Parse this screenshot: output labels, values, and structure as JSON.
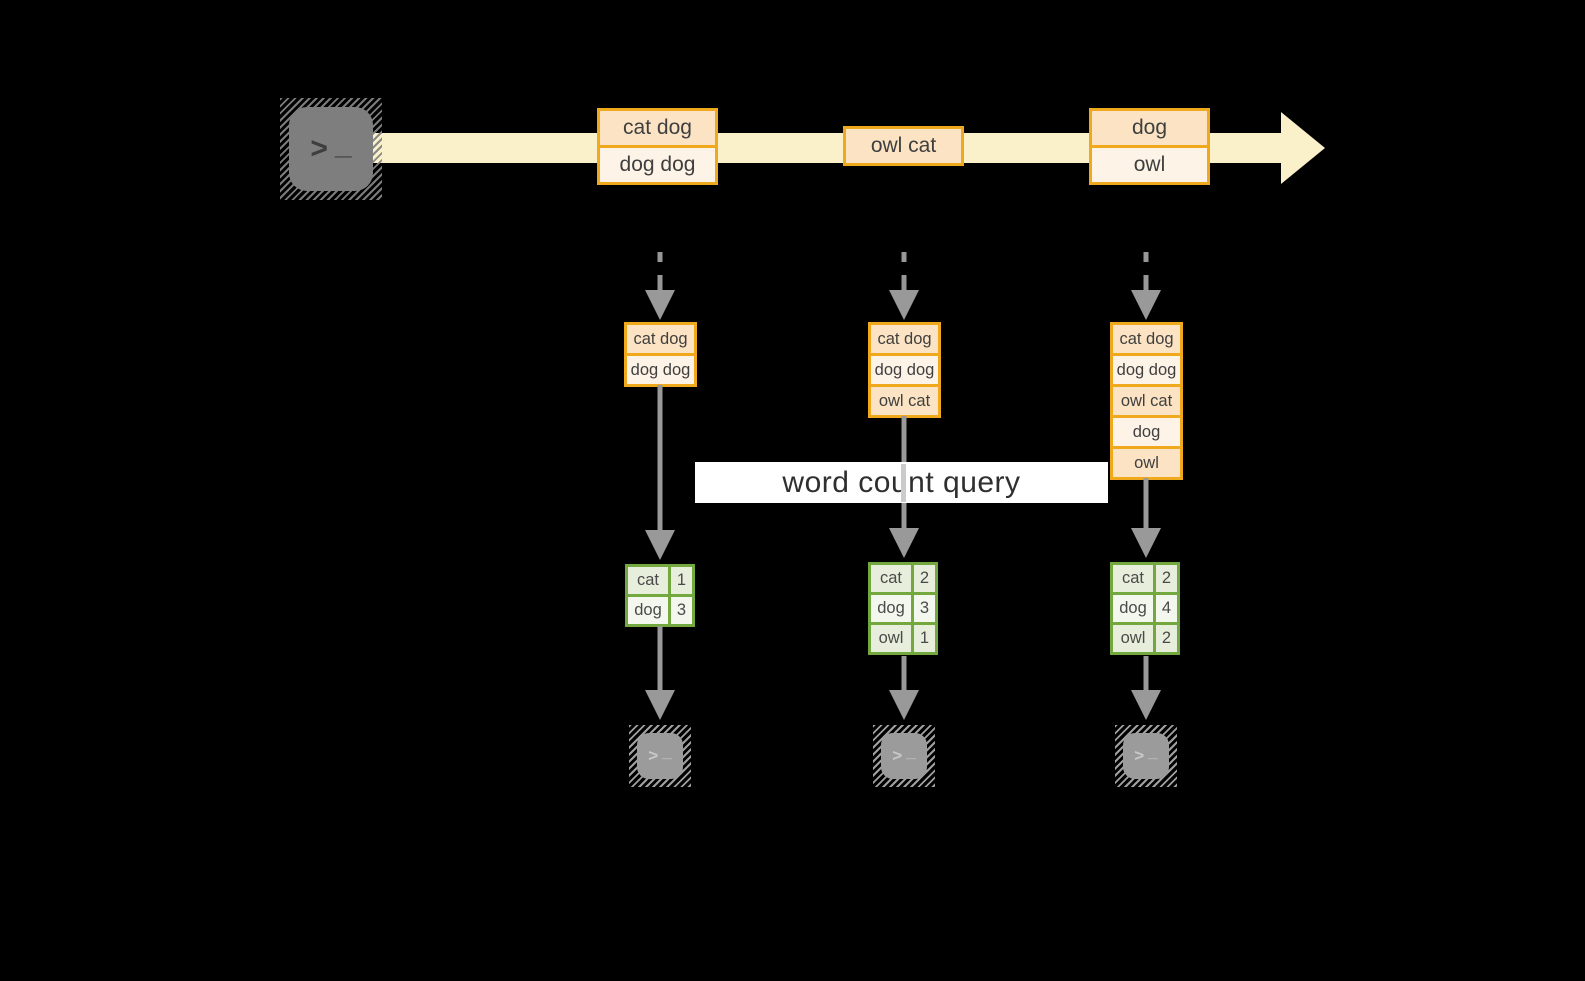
{
  "banner": {
    "label": "word count query"
  },
  "colors": {
    "background": "#000000",
    "stream_arrow": "#FAF0CA",
    "orange_border": "#F0A91C",
    "orange_fill_dark": "#FBE3C3",
    "orange_fill_light": "#FDF3E6",
    "green_border": "#73A83E",
    "green_fill_dark": "#E7EFDC",
    "green_fill_light": "#F3F7ED",
    "flow_arrow_gray": "#999999",
    "banner_bg": "#FFFFFF"
  },
  "stream": {
    "batches": [
      {
        "lines": [
          "cat dog",
          "dog dog"
        ]
      },
      {
        "lines": [
          "owl cat"
        ]
      },
      {
        "lines": [
          "dog",
          "owl"
        ]
      }
    ]
  },
  "micro_batches": [
    {
      "lines": [
        "cat dog",
        "dog dog"
      ]
    },
    {
      "lines": [
        "cat dog",
        "dog dog",
        "owl cat"
      ]
    },
    {
      "lines": [
        "cat dog",
        "dog dog",
        "owl cat",
        "dog",
        "owl"
      ]
    }
  ],
  "word_counts": [
    {
      "rows": [
        {
          "word": "cat",
          "count": "1"
        },
        {
          "word": "dog",
          "count": "3"
        }
      ]
    },
    {
      "rows": [
        {
          "word": "cat",
          "count": "2"
        },
        {
          "word": "dog",
          "count": "3"
        },
        {
          "word": "owl",
          "count": "1"
        }
      ]
    },
    {
      "rows": [
        {
          "word": "cat",
          "count": "2"
        },
        {
          "word": "dog",
          "count": "4"
        },
        {
          "word": "owl",
          "count": "2"
        }
      ]
    }
  ],
  "terminal": {
    "prompt": ">",
    "cursor": "_"
  }
}
